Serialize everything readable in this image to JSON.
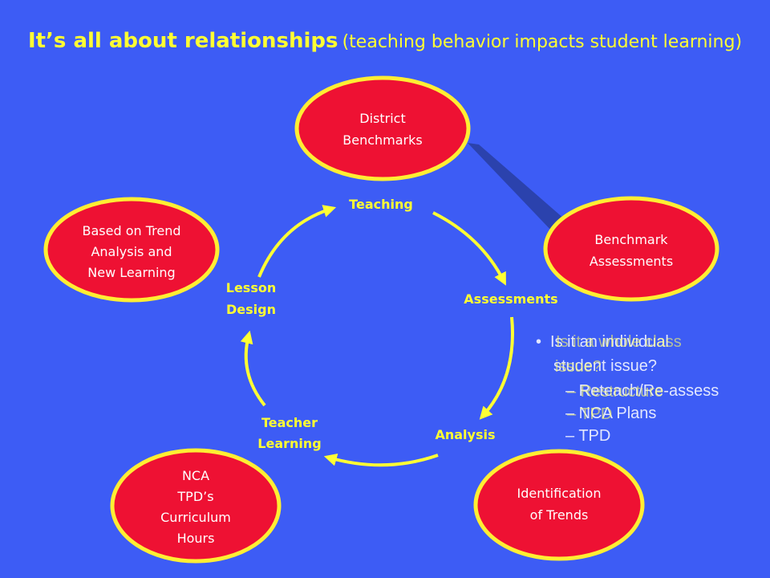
{
  "title": {
    "main": "It’s all about relationships",
    "sub": "(teaching behavior impacts student learning)"
  },
  "colors": {
    "background": "#3d5cf5",
    "accent_text": "#ffff33",
    "oval_fill": "#ee1133",
    "oval_border": "#ffee33"
  },
  "ovals": {
    "district": [
      "District",
      "Benchmarks"
    ],
    "benchmark": [
      "Benchmark",
      "Assessments"
    ],
    "trend": [
      "Based on Trend",
      "Analysis and",
      "New Learning"
    ],
    "identification": [
      "Identification",
      "of Trends"
    ],
    "nca": [
      "NCA",
      "TPD’s",
      "Curriculum",
      "Hours"
    ]
  },
  "cycle": {
    "teaching": "Teaching",
    "assessments": "Assessments",
    "analysis": "Analysis",
    "teacher_learning": [
      "Teacher",
      "Learning"
    ],
    "lesson_design": [
      "Lesson",
      "Design"
    ]
  },
  "overlay_text": {
    "layer_a": {
      "bullet": "•",
      "line1": "Is it an individual",
      "line2": "student issue?",
      "sub1": "– Reteach/Re-assess",
      "sub2": "– NCA Plans",
      "sub3": "– TPD"
    },
    "layer_b": {
      "line1": "Is it a whole class",
      "line2": "issue?",
      "sub1": "– Restructure",
      "sub2": "– TPD"
    }
  }
}
